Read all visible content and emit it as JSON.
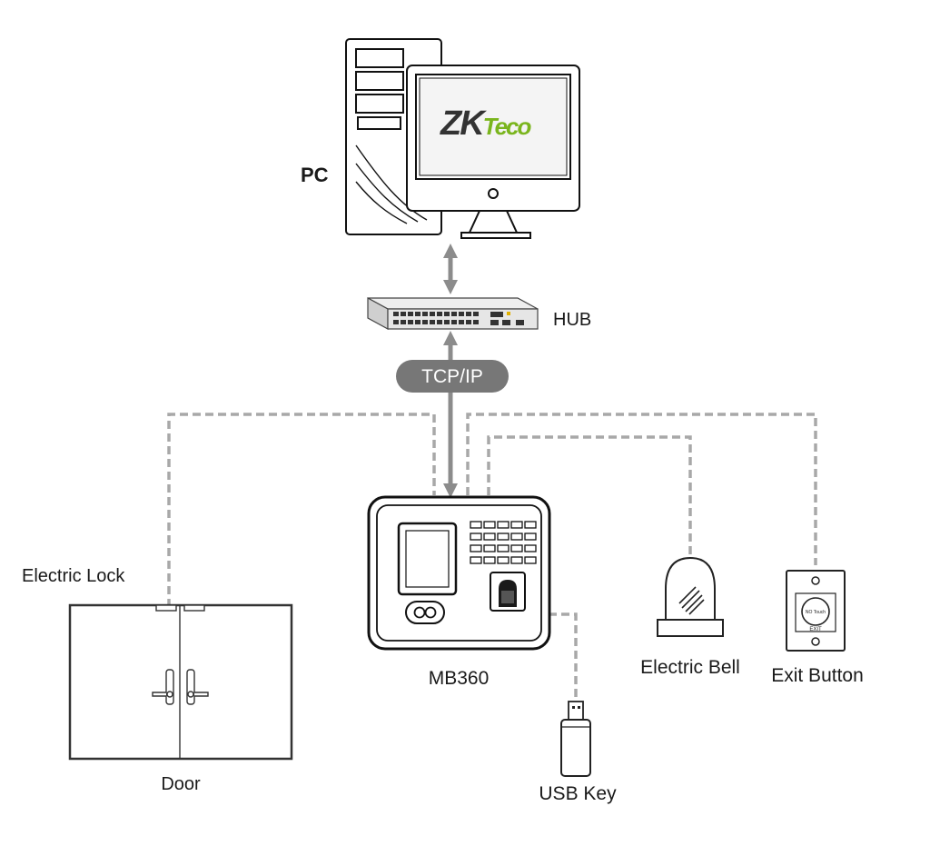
{
  "labels": {
    "pc": "PC",
    "hub": "HUB",
    "protocol": "TCP/IP",
    "electric_lock": "Electric Lock",
    "door": "Door",
    "device": "MB360",
    "usb_key": "USB Key",
    "electric_bell": "Electric Bell",
    "exit_button": "Exit Button"
  },
  "logo": {
    "brand_a": "ZK",
    "brand_b": "Teco"
  },
  "exit_plate": {
    "button_text": "NO Touch",
    "exit_text": "EXIT"
  },
  "colors": {
    "logo_dark": "#333333",
    "logo_green": "#7ab51d",
    "connector_gray": "#a8a8a8",
    "protocol_badge": "#777777"
  }
}
